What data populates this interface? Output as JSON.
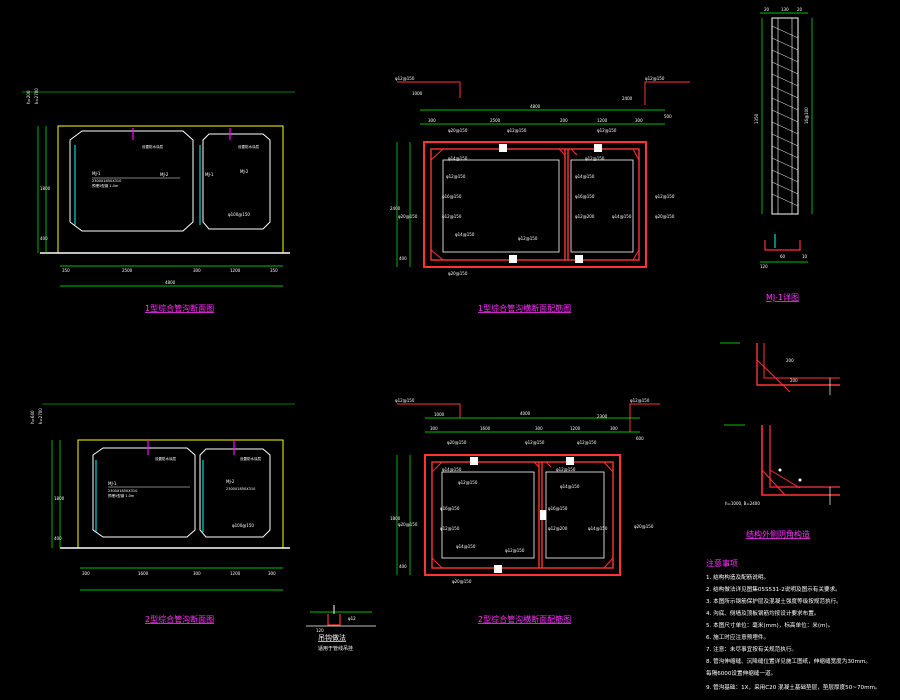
{
  "titles": {
    "section1": "1型综合管沟断面图",
    "rebar1": "1型综合管沟横断面配筋图",
    "section2": "2型综合管沟断面图",
    "rebar2": "2型综合管沟横断面配筋图",
    "mj_detail": "MJ-1详图",
    "corner_detail": "结构外侧阴角构造",
    "hanger": "吊钩做法",
    "hanger_sub": "适用于管线吊挂"
  },
  "notes": {
    "heading": "注意事项",
    "items": [
      "1. 结构构造及配筋说明。",
      "2. 结构做法详见图集05S531-2说明及图示有关要求。",
      "3. 本图所示钢筋保护层及混凝土强度等级按规范执行。",
      "4. 沟底、侧墙及顶板钢筋均按设计要求布置。",
      "5. 本图尺寸单位：毫米(mm)，标高单位：米(m)。",
      "6. 施工时应注意预埋件。",
      "7. 注意：未尽事宜按有关规范执行。",
      "8. 管沟伸缩缝、沉降缝位置详见施工图纸，伸缩缝宽度为30mm。",
      "   每隔6000设置伸缩缝一道。",
      "9. 管沟基础：1X，采用C20 混凝土基础垫层，垫层厚度50~70mm。"
    ]
  },
  "dims": {
    "s1_bottom": [
      "350",
      "2500",
      "300",
      "1200",
      "350"
    ],
    "s1_total": "4800",
    "s1_left": [
      "400",
      "1800",
      "400"
    ],
    "s1_top_label": "h=200",
    "s1_elev": "k=2700",
    "s2_bottom": [
      "300",
      "1600",
      "300",
      "1200",
      "300"
    ],
    "s2_left": [
      "400",
      "1800",
      "400"
    ],
    "s2_top_label": "h=640",
    "s2_elev": "k=2700",
    "r1_top": [
      "300",
      "2500",
      "200",
      "1200",
      "300"
    ],
    "r1_total": "4800",
    "r1_top_left": "1000",
    "r1_top_right": "2400",
    "r1_left": [
      "400",
      "2400",
      "400"
    ],
    "r1_side": "500",
    "r2_top": [
      "300",
      "1600",
      "300",
      "1200",
      "300"
    ],
    "r2_total": "4000",
    "r2_top_left": "1000",
    "r2_top_right": "2300",
    "r2_left": [
      "400",
      "1800",
      "400"
    ],
    "r2_side": "600",
    "mj_top": [
      "20",
      "130",
      "20"
    ],
    "mj_left": "1350",
    "mj_right": "16@100",
    "mj_bottom": [
      "120",
      "60",
      "10"
    ]
  },
  "labels": {
    "mj1": "MJ-1",
    "mj2": "MJ-2",
    "mj_note1": "设置防水涂层",
    "mj_note2": "2300X1850X310",
    "mj_note3": "预埋5型钢 1.0m",
    "ring": "φ100@150",
    "rebar_a": "φ12@150",
    "rebar_b": "φ14@150",
    "rebar_c": "φ16@150",
    "rebar_d": "φ20@150",
    "rebar_e": "φ12@200",
    "corner_note": "h=1000, B=2400",
    "corner_r": "200",
    "corner_w": "200",
    "hanger_r": "φ12",
    "hanger_w": "120"
  },
  "colors": {
    "structure": "#ff3333",
    "dim": "#00ff00",
    "outline": "#ffff00",
    "title": "#ff33ff",
    "text": "#ffffff",
    "cyan": "#00ffff",
    "magenta": "#ff00ff"
  }
}
